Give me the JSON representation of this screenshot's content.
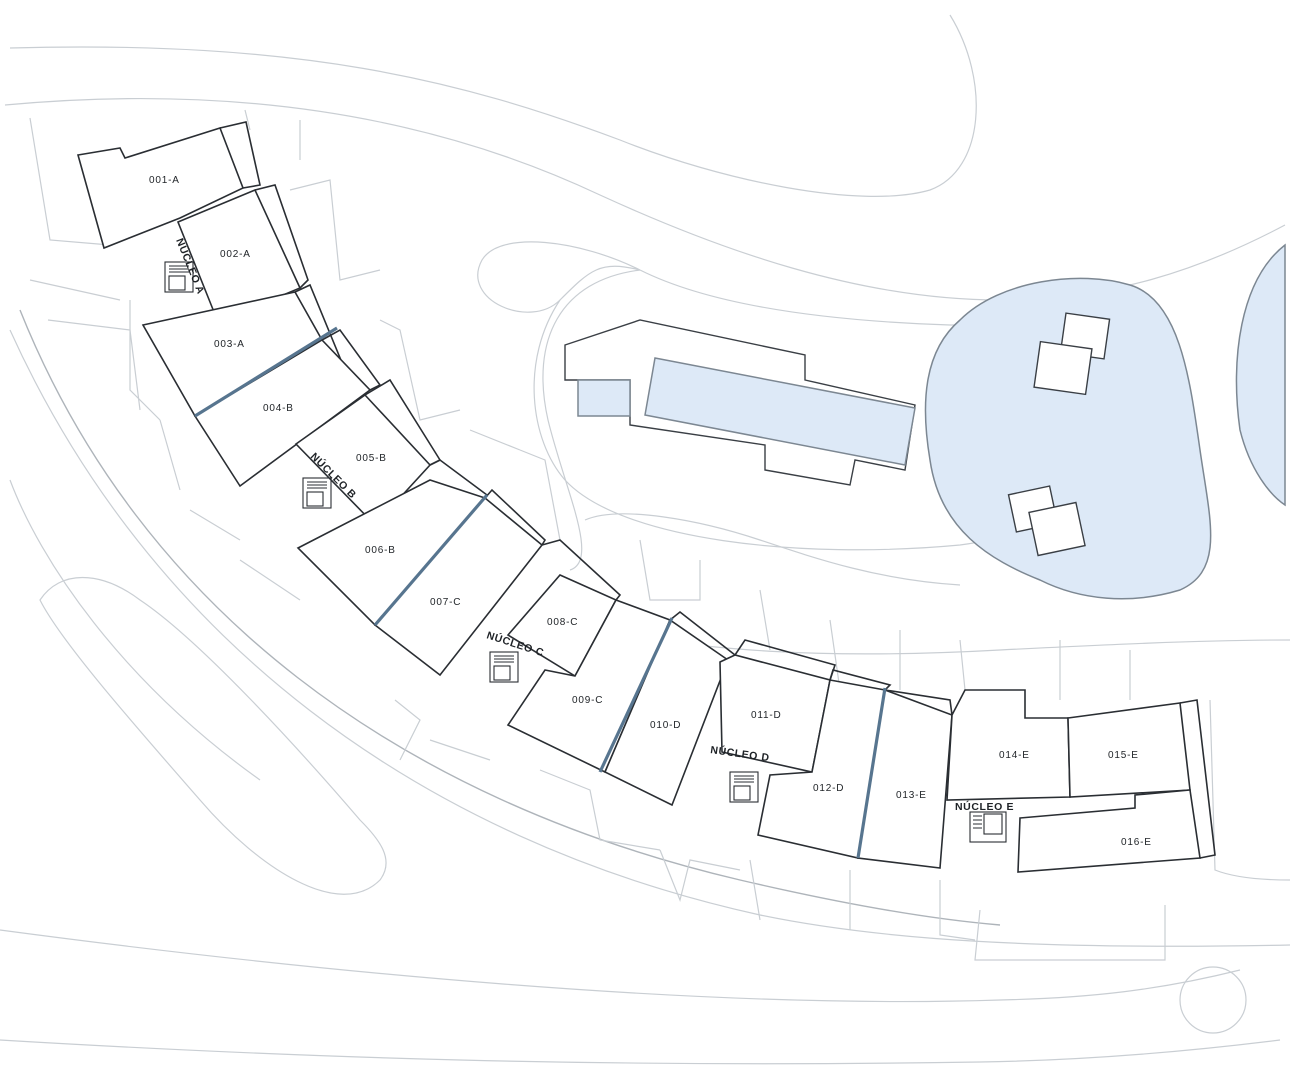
{
  "map": {
    "units": [
      {
        "id": "u001",
        "label": "001-A"
      },
      {
        "id": "u002",
        "label": "002-A"
      },
      {
        "id": "u003",
        "label": "003-A"
      },
      {
        "id": "u004",
        "label": "004-B"
      },
      {
        "id": "u005",
        "label": "005-B"
      },
      {
        "id": "u006",
        "label": "006-B"
      },
      {
        "id": "u007",
        "label": "007-C"
      },
      {
        "id": "u008",
        "label": "008-C"
      },
      {
        "id": "u009",
        "label": "009-C"
      },
      {
        "id": "u010",
        "label": "010-D"
      },
      {
        "id": "u011",
        "label": "011-D"
      },
      {
        "id": "u012",
        "label": "012-D"
      },
      {
        "id": "u013",
        "label": "013-E"
      },
      {
        "id": "u014",
        "label": "014-E"
      },
      {
        "id": "u015",
        "label": "015-E"
      },
      {
        "id": "u016",
        "label": "016-E"
      }
    ],
    "cores": [
      {
        "id": "coreA",
        "label": "NÚCLEO A"
      },
      {
        "id": "coreB",
        "label": "NÚCLEO B"
      },
      {
        "id": "coreC",
        "label": "NÚCLEO C"
      },
      {
        "id": "coreD",
        "label": "NÚCLEO D"
      },
      {
        "id": "coreE",
        "label": "NÚCLEO E"
      }
    ],
    "colors": {
      "water": "#dde9f7",
      "divider": "#57758f",
      "outline": "#2a2e33",
      "site_lines": "#c9ced3"
    }
  }
}
